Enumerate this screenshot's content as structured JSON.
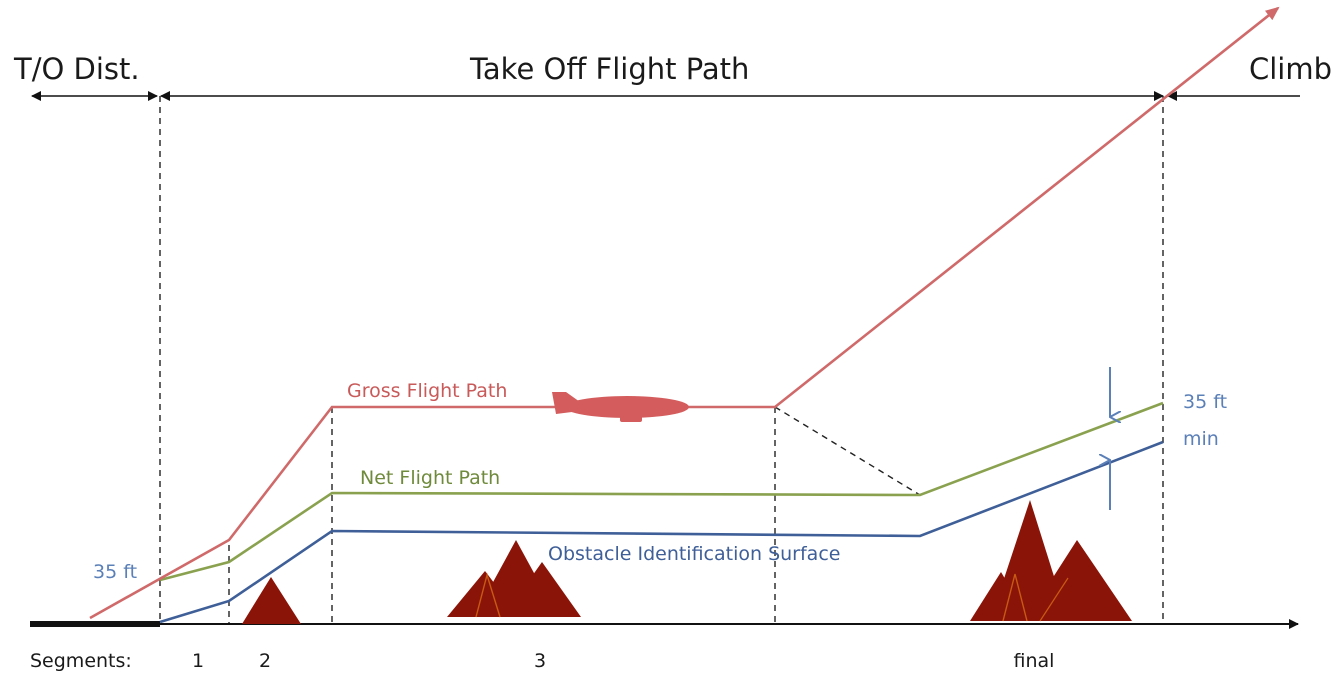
{
  "header": {
    "to_dist": "T/O Dist.",
    "takeoff_flight_path": "Take Off Flight Path",
    "climb": "Climb"
  },
  "paths": {
    "gross": "Gross Flight Path",
    "net": "Net Flight Path",
    "ois": "Obstacle Identification Surface"
  },
  "annotations": {
    "screen_height": "35 ft",
    "clearance_value": "35 ft",
    "clearance_qualifier": "min"
  },
  "segments": {
    "label": "Segments:",
    "items": [
      "1",
      "2",
      "3",
      "final"
    ]
  },
  "colors": {
    "gross": "#d06a6a",
    "net": "#8aa24f",
    "ois": "#3f5f98",
    "annotation": "#5b80b8",
    "obstacle": "#8b1408",
    "obstacle_edge": "#c85a14",
    "aircraft": "#d45c5c",
    "ink": "#111111"
  }
}
